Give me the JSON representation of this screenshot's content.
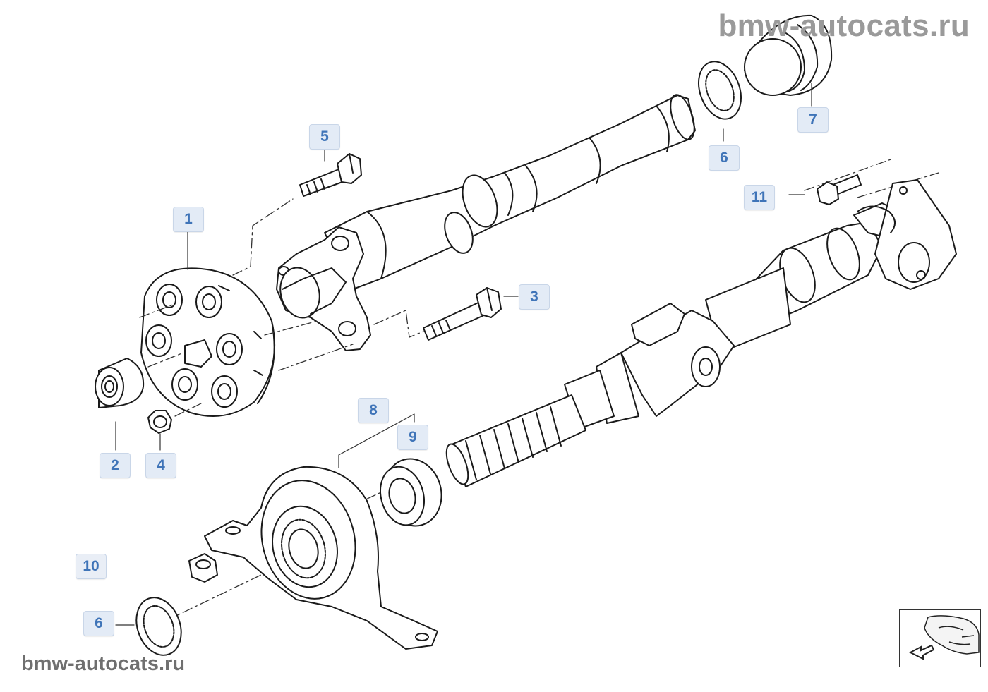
{
  "watermark": {
    "top": "bmw-autocats.ru",
    "bottom": "bmw-autocats.ru"
  },
  "callouts": {
    "c1": "1",
    "c2": "2",
    "c3": "3",
    "c4": "4",
    "c5": "5",
    "c6a": "6",
    "c6b": "6",
    "c7": "7",
    "c8": "8",
    "c9": "9",
    "c10": "10",
    "c11": "11"
  },
  "colors": {
    "line": "#1a1a1a",
    "callout_bg": "#e3ebf6",
    "callout_text": "#3f74b8",
    "leader": "#333333"
  },
  "thumbnail": {
    "icon": "vehicle-location-arrow-icon"
  }
}
